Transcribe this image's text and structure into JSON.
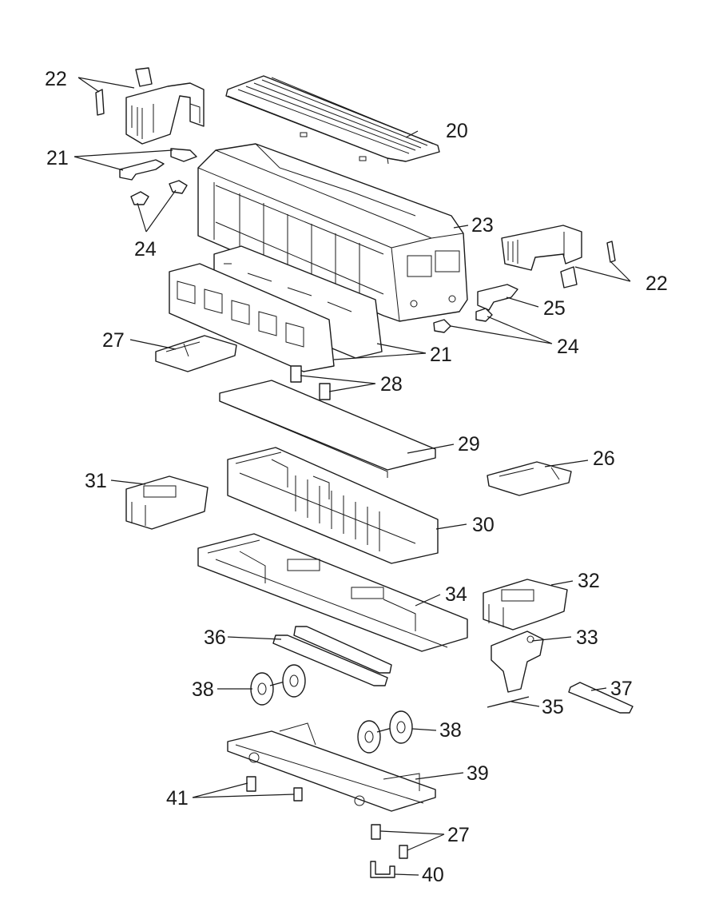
{
  "callouts": [
    {
      "id": "c22a",
      "text": "22"
    },
    {
      "id": "c20",
      "text": "20"
    },
    {
      "id": "c21a",
      "text": "21"
    },
    {
      "id": "c24a",
      "text": "24"
    },
    {
      "id": "c23",
      "text": "23"
    },
    {
      "id": "c22b",
      "text": "22"
    },
    {
      "id": "c25",
      "text": "25"
    },
    {
      "id": "c24b",
      "text": "24"
    },
    {
      "id": "c27a",
      "text": "27"
    },
    {
      "id": "c21b",
      "text": "21"
    },
    {
      "id": "c28",
      "text": "28"
    },
    {
      "id": "c29",
      "text": "29"
    },
    {
      "id": "c26",
      "text": "26"
    },
    {
      "id": "c31",
      "text": "31"
    },
    {
      "id": "c30",
      "text": "30"
    },
    {
      "id": "c32",
      "text": "32"
    },
    {
      "id": "c34",
      "text": "34"
    },
    {
      "id": "c36",
      "text": "36"
    },
    {
      "id": "c33",
      "text": "33"
    },
    {
      "id": "c38a",
      "text": "38"
    },
    {
      "id": "c37",
      "text": "37"
    },
    {
      "id": "c35",
      "text": "35"
    },
    {
      "id": "c38b",
      "text": "38"
    },
    {
      "id": "c39",
      "text": "39"
    },
    {
      "id": "c41",
      "text": "41"
    },
    {
      "id": "c27b",
      "text": "27"
    },
    {
      "id": "c40",
      "text": "40"
    }
  ]
}
